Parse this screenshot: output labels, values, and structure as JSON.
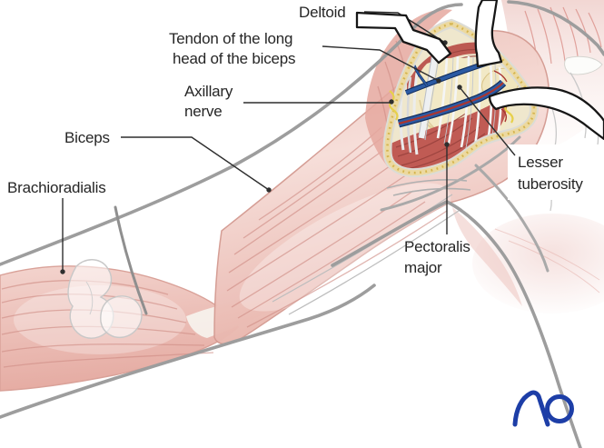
{
  "figure": {
    "type": "surgical-anatomy-illustration",
    "labels": {
      "deltoid": {
        "text": "Deltoid"
      },
      "tendon_long_head": {
        "line1": "Tendon of the long",
        "line2": "head of the biceps"
      },
      "axillary_nerve": {
        "line1": "Axillary",
        "line2": "nerve"
      },
      "biceps": {
        "text": "Biceps"
      },
      "brachioradialis": {
        "text": "Brachioradialis"
      },
      "lesser_tuberosity": {
        "line1": "Lesser",
        "line2": "tuberosity"
      },
      "pectoralis_major": {
        "line1": "Pectoralis",
        "line2": "major"
      }
    },
    "logo": {
      "text": "AO"
    },
    "colors": {
      "logo_blue": "#1d3ea7",
      "label_text": "#262626",
      "outline_gray": "#9d9d9d",
      "muscle_pink": "#f0cdc6",
      "deep_muscle_red": "#bd5953",
      "bone_cream": "#f3eac8",
      "vessel_blue": "#2b5aa3",
      "vessel_red": "#aa3630",
      "nerve_yellow": "#e7d04b",
      "fat_yellow": "#ecd9a0"
    }
  }
}
